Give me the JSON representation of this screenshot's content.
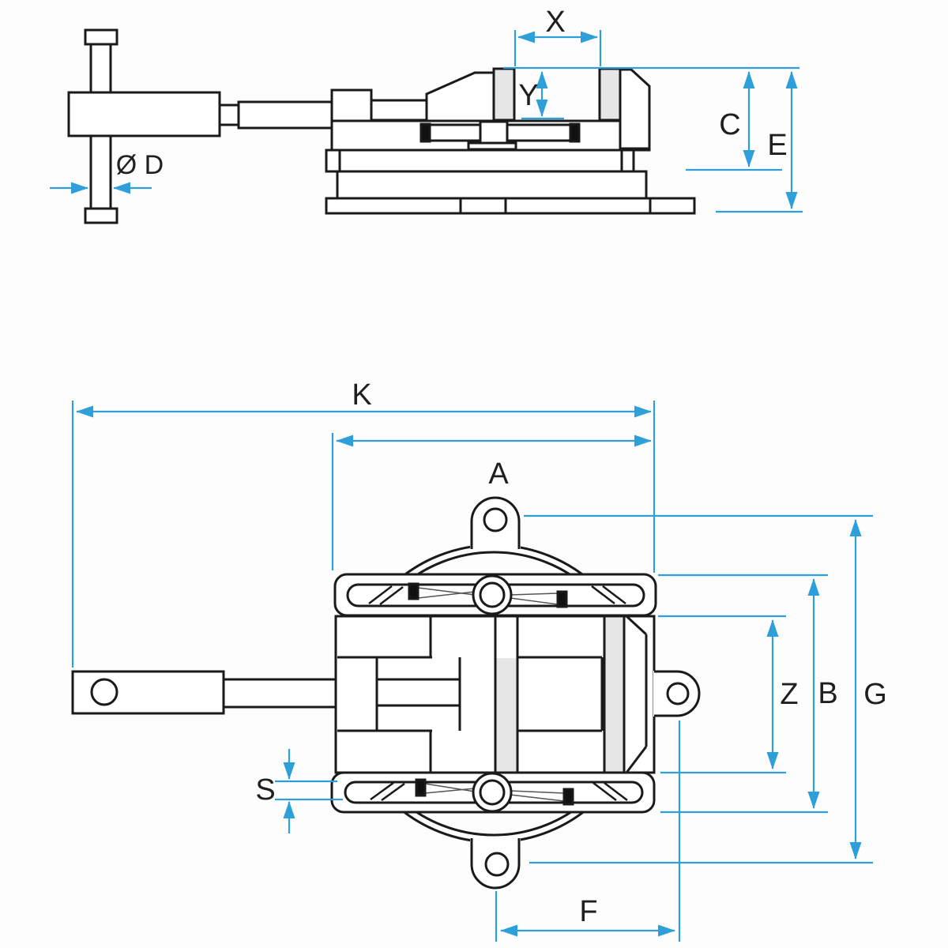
{
  "drawing_type": "technical-dimension-drawing",
  "subject": "drill-press-machine-vise",
  "colors": {
    "background": "#fdfdfd",
    "line": "#1a1a1a",
    "dimension": "#2e9fd8",
    "plate_fill": "#e6e6e6",
    "hardware_fill": "#111111"
  },
  "dimension_labels": {
    "X": "X",
    "Y": "Y",
    "C": "C",
    "E": "E",
    "diameter": "Ø D",
    "K": "K",
    "A": "A",
    "Z": "Z",
    "B": "B",
    "G": "G",
    "S": "S",
    "F": "F"
  }
}
